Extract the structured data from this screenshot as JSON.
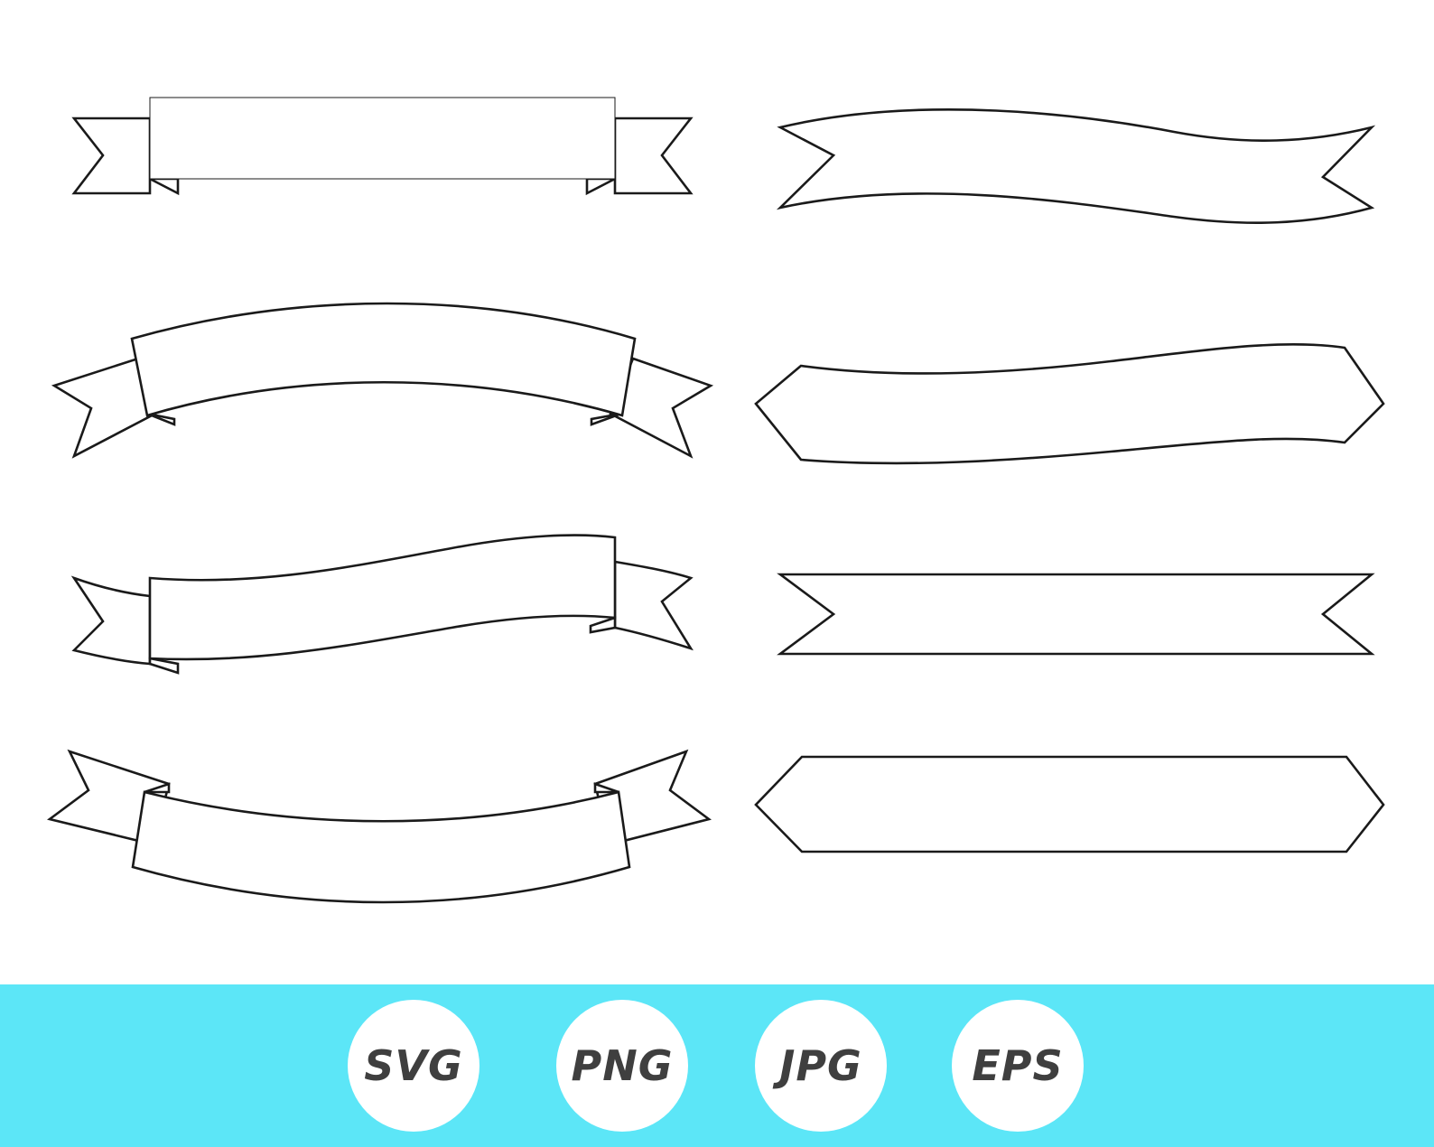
{
  "colors": {
    "background": "#ffffff",
    "ribbon_fill": "#ffffff",
    "ribbon_outline": "#1a1a1a",
    "bar_color": "#5ce6f7",
    "badge_color": "#ffffff",
    "badge_text": "#3f3f3f"
  },
  "ribbons": [
    {
      "name": "straight-banner-folded-ends"
    },
    {
      "name": "wavy-streamer-notched"
    },
    {
      "name": "arched-banner-folded-ends"
    },
    {
      "name": "wavy-pointed-plaque"
    },
    {
      "name": "wavy-banner-folded-ends"
    },
    {
      "name": "straight-notched-banner"
    },
    {
      "name": "curved-banner-raised-tails"
    },
    {
      "name": "straight-pointed-plaque"
    }
  ],
  "formats": [
    "SVG",
    "PNG",
    "JPG",
    "EPS"
  ]
}
